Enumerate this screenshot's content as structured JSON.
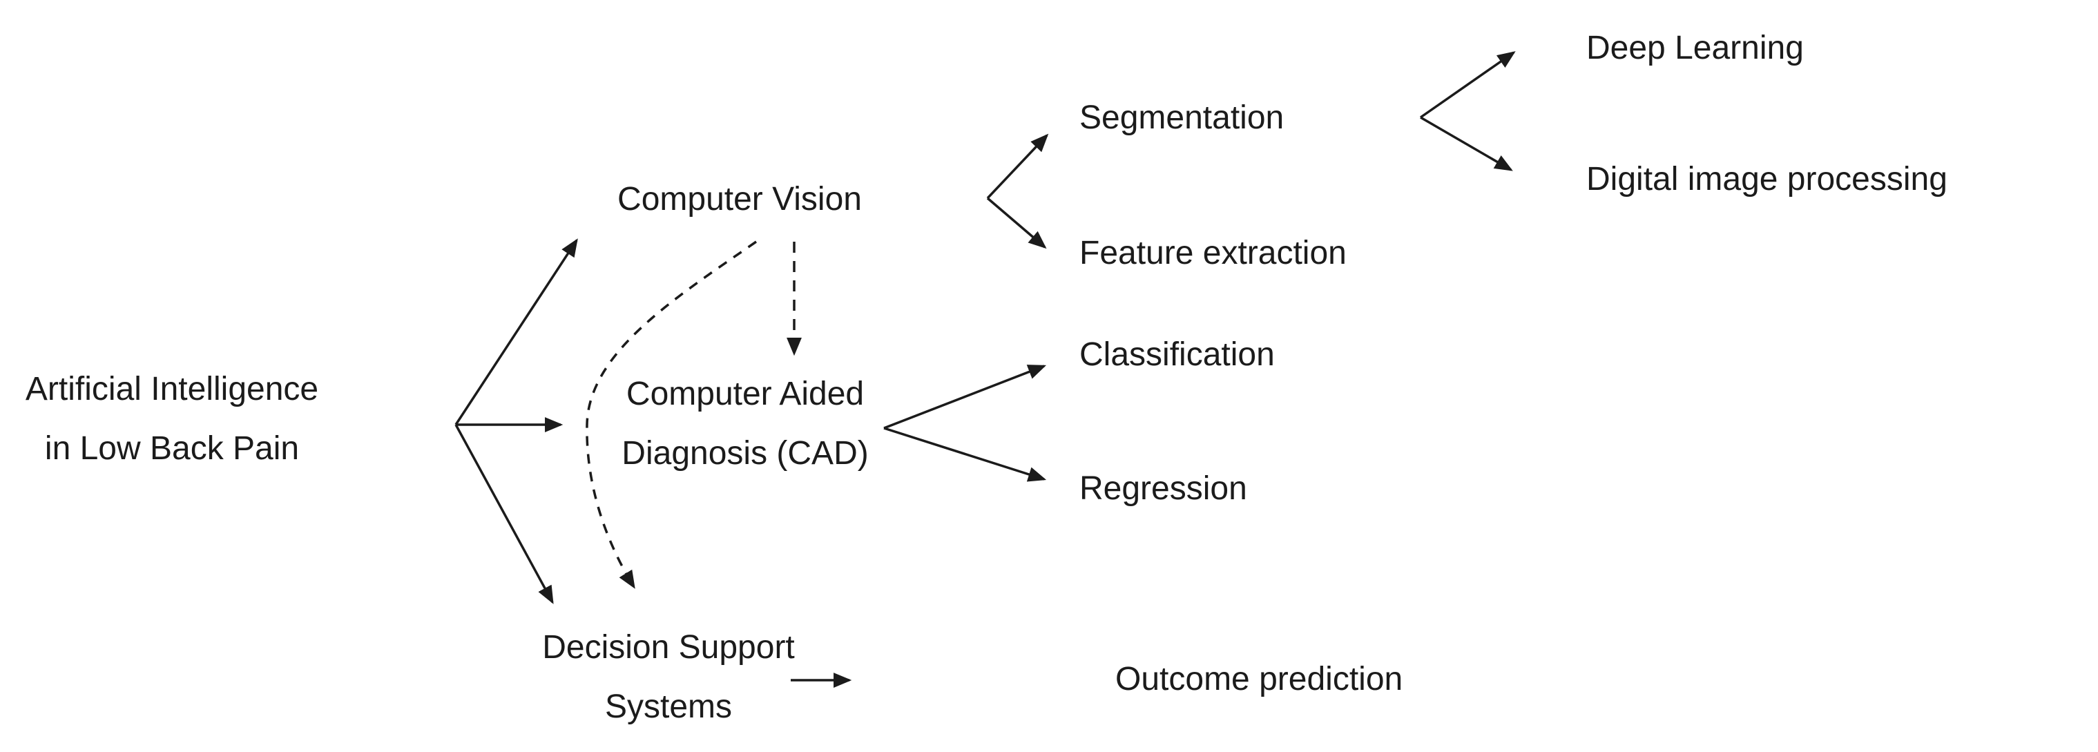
{
  "diagram": {
    "description": "Taxonomy flowchart of Artificial Intelligence applications in Low Back Pain",
    "colors": {
      "ink": "#1b1b1b",
      "background": "#ffffff"
    },
    "nodes": {
      "root": {
        "line1": "Artificial Intelligence",
        "line2": "in Low Back Pain"
      },
      "computer_vision": {
        "label": "Computer Vision"
      },
      "cad": {
        "line1": "Computer Aided",
        "line2": "Diagnosis (CAD)"
      },
      "dss": {
        "line1": "Decision Support",
        "line2": "Systems"
      },
      "segmentation": {
        "label": "Segmentation"
      },
      "feature_extraction": {
        "label": "Feature extraction"
      },
      "classification": {
        "label": "Classification"
      },
      "regression": {
        "label": "Regression"
      },
      "outcome_prediction": {
        "label": "Outcome prediction"
      },
      "deep_learning": {
        "label": "Deep Learning"
      },
      "digital_image_processing": {
        "label": "Digital image processing"
      }
    },
    "edges": [
      {
        "from": "root",
        "to": "computer_vision",
        "style": "solid"
      },
      {
        "from": "root",
        "to": "cad",
        "style": "solid"
      },
      {
        "from": "root",
        "to": "dss",
        "style": "solid"
      },
      {
        "from": "computer_vision",
        "to": "segmentation",
        "style": "solid"
      },
      {
        "from": "computer_vision",
        "to": "feature_extraction",
        "style": "solid"
      },
      {
        "from": "computer_vision",
        "to": "cad",
        "style": "dashed"
      },
      {
        "from": "computer_vision",
        "to": "dss",
        "style": "dashed"
      },
      {
        "from": "segmentation",
        "to": "deep_learning",
        "style": "solid"
      },
      {
        "from": "segmentation",
        "to": "digital_image_processing",
        "style": "solid"
      },
      {
        "from": "cad",
        "to": "classification",
        "style": "solid"
      },
      {
        "from": "cad",
        "to": "regression",
        "style": "solid"
      },
      {
        "from": "dss",
        "to": "outcome_prediction",
        "style": "solid"
      }
    ]
  }
}
